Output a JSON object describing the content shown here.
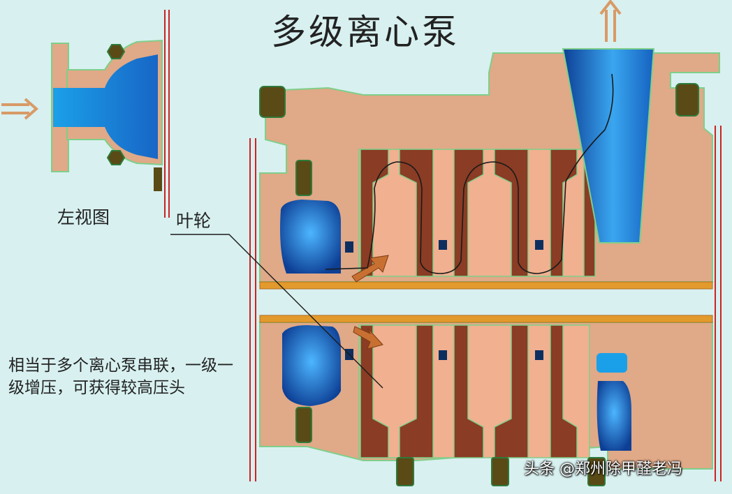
{
  "title": "多级离心泵",
  "labels": {
    "side_view": "左视图",
    "impeller": "叶轮",
    "description": "相当于多个离心泵串联，一级一级增压，可获得较高压头"
  },
  "watermark": "头条 @郑州除甲醛老冯",
  "colors": {
    "background": "#d8f0f0",
    "casing": "#e0a987",
    "casing_edge": "#7fcf8a",
    "impeller": "#8a3c24",
    "passage": "#f1b090",
    "water_light": "#4db6ff",
    "water_dark": "#0d3f95",
    "shaft": "#e39a2c",
    "bolt": "#5a4a16",
    "arrow": "#c87032",
    "flow_line": "#1a1a1a",
    "red_line": "#cc2222"
  },
  "icons": [
    "inlet-flow-arrow-icon",
    "outlet-flow-arrow-icon",
    "bolt-icon",
    "flow-direction-arrow-icon"
  ]
}
